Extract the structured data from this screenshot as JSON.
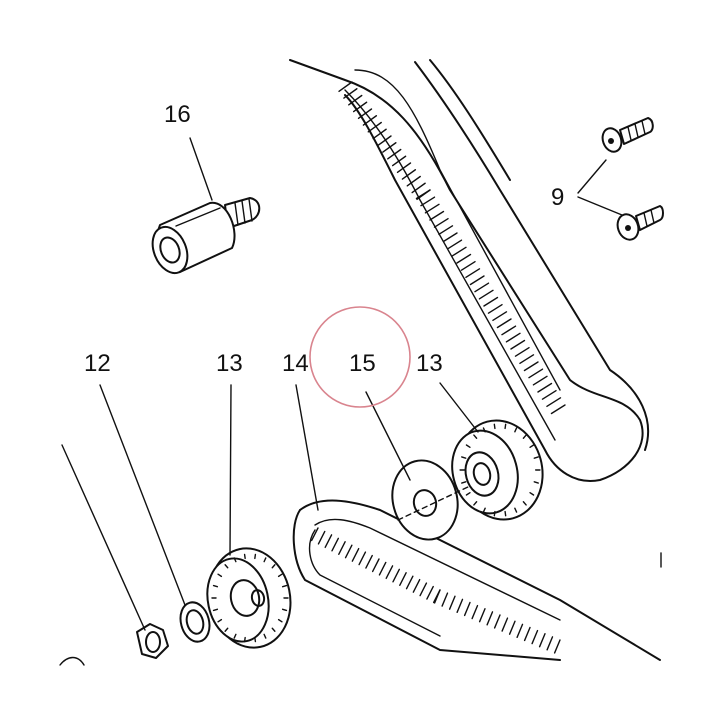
{
  "diagram": {
    "callouts": [
      {
        "id": "16",
        "text": "16"
      },
      {
        "id": "9",
        "text": "9"
      },
      {
        "id": "12",
        "text": "12"
      },
      {
        "id": "13a",
        "text": "13"
      },
      {
        "id": "14",
        "text": "14"
      },
      {
        "id": "15",
        "text": "15"
      },
      {
        "id": "13b",
        "text": "13"
      }
    ],
    "highlight_color": "#d9848e",
    "ink_color": "#111111"
  }
}
